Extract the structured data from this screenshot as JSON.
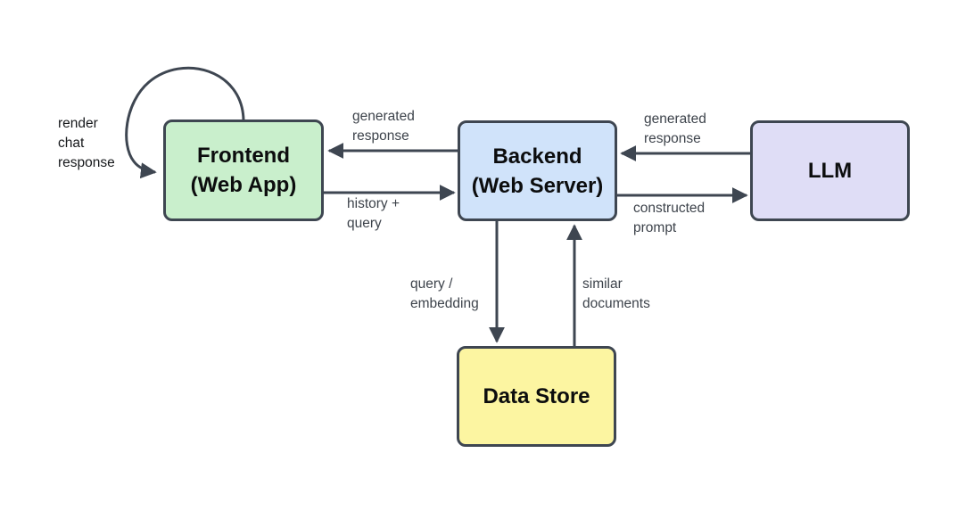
{
  "diagram": {
    "type": "architecture-flow-diagram",
    "background": "#ffffff",
    "colors": {
      "stroke": "#3e4651",
      "node_text": "#0c0d0e",
      "edge_label_text": "#3d434b",
      "frontend_fill": "#c9efcc",
      "backend_fill": "#d0e3fa",
      "llm_fill": "#dfddf6",
      "datastore_fill": "#fcf5a1"
    },
    "nodes": {
      "frontend": {
        "label": "Frontend\n(Web App)"
      },
      "backend": {
        "label": "Backend\n(Web Server)"
      },
      "llm": {
        "label": "LLM"
      },
      "datastore": {
        "label": "Data Store"
      }
    },
    "edges": {
      "self_loop": {
        "from": "Frontend (Web App)",
        "to": "Frontend (Web App)",
        "label": "render\nchat\nresponse"
      },
      "gen_resp_left": {
        "from": "Backend (Web Server)",
        "to": "Frontend (Web App)",
        "label": "generated\nresponse"
      },
      "history_query": {
        "from": "Frontend (Web App)",
        "to": "Backend (Web Server)",
        "label": "history +\nquery"
      },
      "gen_resp_right": {
        "from": "LLM",
        "to": "Backend (Web Server)",
        "label": "generated\nresponse"
      },
      "constructed": {
        "from": "Backend (Web Server)",
        "to": "LLM",
        "label": "constructed\nprompt"
      },
      "query_embedding": {
        "from": "Backend (Web Server)",
        "to": "Data Store",
        "label": "query /\nembedding"
      },
      "similar_docs": {
        "from": "Data Store",
        "to": "Backend (Web Server)",
        "label": "similar\ndocuments"
      }
    }
  }
}
